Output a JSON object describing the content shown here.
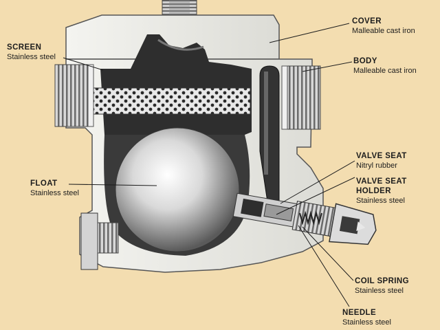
{
  "labels": {
    "cover": {
      "title": "COVER",
      "material": "Malleable cast iron"
    },
    "body": {
      "title": "BODY",
      "material": "Malleable cast iron"
    },
    "screen": {
      "title": "SCREEN",
      "material": "Stainless steel"
    },
    "float": {
      "title": "FLOAT",
      "material": "Stainless steel"
    },
    "valve_seat": {
      "title": "VALVE SEAT",
      "material": "Nitryl rubber"
    },
    "valve_seat_holder": {
      "title_line1": "VALVE SEAT",
      "title_line2": "HOLDER",
      "material": "Stainless steel"
    },
    "coil_spring": {
      "title": "COIL SPRING",
      "material": "Stainless steel"
    },
    "needle": {
      "title": "NEEDLE",
      "material": "Stainless steel"
    }
  },
  "colors": {
    "background": "#f3ddb0",
    "casting": "#eeeeea",
    "dark_interior": "#2e2e2e",
    "label_text": "#1c1c1c"
  }
}
